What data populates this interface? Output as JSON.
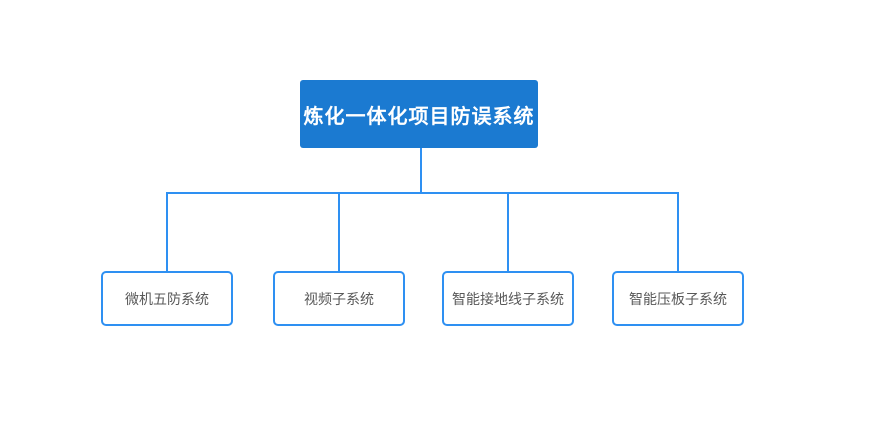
{
  "diagram": {
    "type": "org-chart",
    "root": {
      "label": "炼化一体化项目防误系统"
    },
    "children": [
      {
        "label": "微机五防系统"
      },
      {
        "label": "视频子系统"
      },
      {
        "label": "智能接地线子系统"
      },
      {
        "label": "智能压板子系统"
      }
    ],
    "colors": {
      "root_fill": "#1b7ad1",
      "root_text": "#ffffff",
      "line_color": "#2e90f2",
      "child_border": "#2e90f2",
      "child_fill": "#ffffff",
      "child_text": "#595959",
      "canvas_bg": "#ffffff"
    }
  }
}
